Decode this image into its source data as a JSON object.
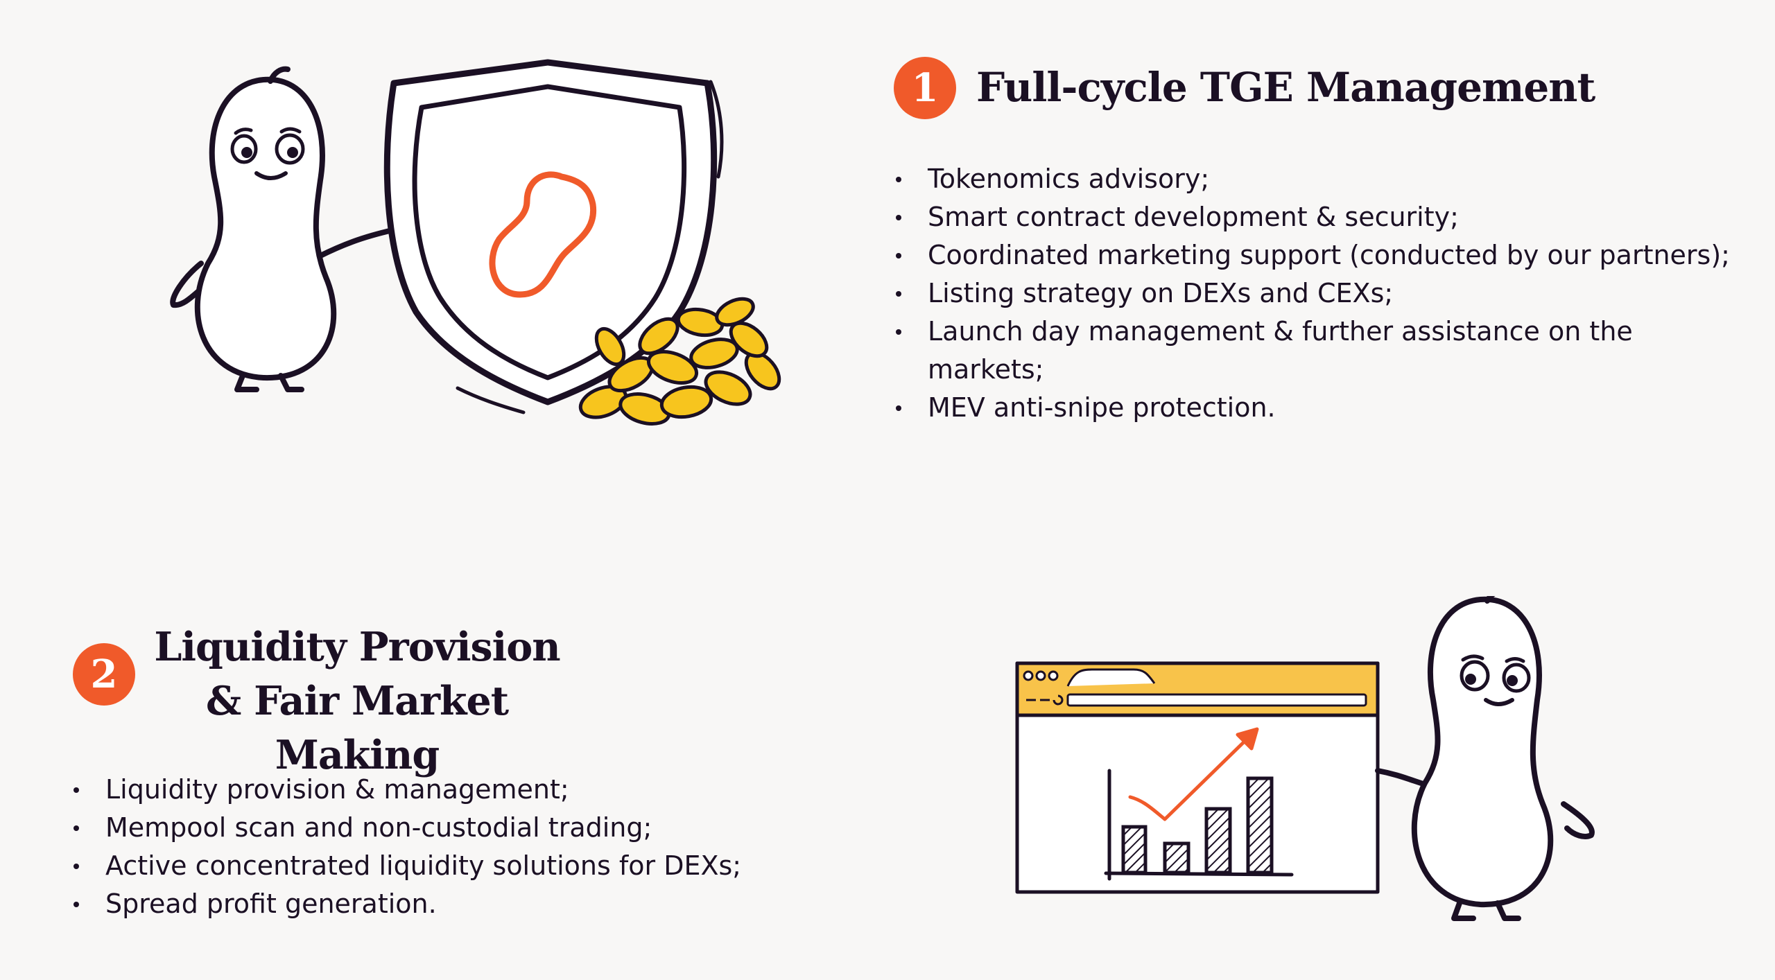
{
  "colors": {
    "accent": "#f05a2a",
    "ink": "#1b1024",
    "nut_yellow": "#f7c51e",
    "background": "#f8f7f6"
  },
  "section1": {
    "number": "1",
    "title": "Full-cycle TGE Management",
    "items": [
      "Tokenomics advisory;",
      "Smart contract development & security;",
      "Coordinated marketing support (conducted by our partners);",
      "Listing strategy on DEXs and CEXs;",
      "Launch day management & further assistance on the markets;",
      "MEV anti-snipe protection."
    ]
  },
  "section2": {
    "number": "2",
    "title": "Liquidity Provision & Fair Market Making",
    "items": [
      "Liquidity provision & management;",
      "Mempool scan and non-custodial trading;",
      "Active concentrated liquidity solutions for DEXs;",
      "Spread profit generation."
    ]
  },
  "illustrations": {
    "section1": [
      "peanut-mascot-icon",
      "shield-icon",
      "peanut-logo-icon",
      "peanut-pile-icon"
    ],
    "section2": [
      "browser-window-icon",
      "bar-chart-icon",
      "trend-arrow-icon",
      "peanut-mascot-icon"
    ]
  }
}
